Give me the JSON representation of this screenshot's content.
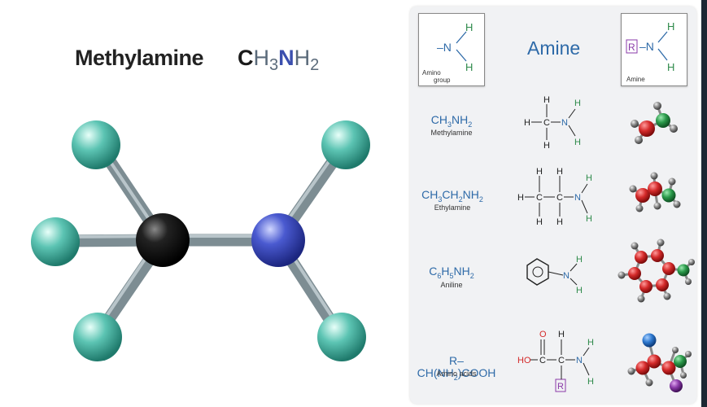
{
  "left": {
    "title": "Methylamine",
    "formula": {
      "c": "C",
      "h": "H",
      "n3": "3",
      "n": "N",
      "h2": "H",
      "n2": "2"
    }
  },
  "panel": {
    "heading": "Amine",
    "amino_box": {
      "caption_line1": "Amino",
      "caption_line2": "group",
      "bond_label": "–N",
      "h_top": "H",
      "h_bottom": "H"
    },
    "amine_box": {
      "caption": "Amine",
      "r_label": "R",
      "bond_label": "–N",
      "h_top": "H",
      "h_bottom": "H"
    },
    "rows": [
      {
        "formula_html": "CH<sub>3</sub>NH<sub>2</sub>",
        "name": "Methylamine"
      },
      {
        "formula_html": "CH<sub>3</sub>CH<sub>2</sub>NH<sub>2</sub>",
        "name": "Ethylamine"
      },
      {
        "formula_html": "C<sub>6</sub>H<sub>5</sub>NH<sub>2</sub>",
        "name": "Aniline"
      },
      {
        "formula_html": "R–CH(NH<sub>2</sub>)COOH",
        "name": "Amino acids"
      }
    ],
    "struct_labels": {
      "h": "H",
      "c": "C",
      "n": "N",
      "o": "O",
      "ho": "HO",
      "r": "R"
    }
  },
  "colors": {
    "carbon": "#111111",
    "nitrogen": "#3f4fc0",
    "hydrogen": "#4fb8a8",
    "bond": "#8a9aa0",
    "accent_blue": "#2e6aa8",
    "red_atom": "#d42a2a",
    "green_atom": "#2a9a4a",
    "grey_atom": "#8a8a8a",
    "purple_atom": "#8a3aa8",
    "blue_atom": "#2f7ad0"
  }
}
